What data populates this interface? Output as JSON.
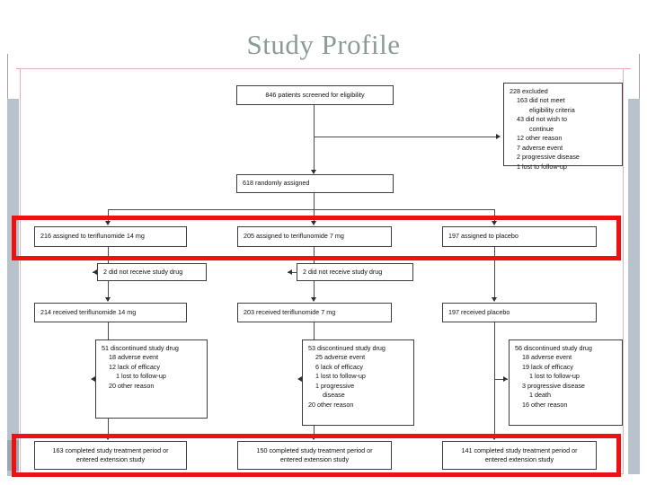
{
  "slide": {
    "title": "Study Profile"
  },
  "flow": {
    "screened": "846 patients screened for eligibility",
    "excluded": {
      "header": "228 excluded",
      "items": [
        "163 did not meet",
        "eligibility criteria",
        "43 did not wish to",
        "continue",
        "12 other reason",
        "7 adverse event",
        "2 progressive disease",
        "1 lost to follow-up"
      ]
    },
    "randomized": "618 randomly assigned",
    "assigned": [
      "216 assigned to teriflunomide 14 mg",
      "205 assigned to teriflunomide 7 mg",
      "197 assigned to placebo"
    ],
    "not_received": [
      "2 did not receive study drug",
      "2 did not receive study drug"
    ],
    "received": [
      "214 received teriflunomide 14 mg",
      "203 received teriflunomide 7 mg",
      "197 received placebo"
    ],
    "discontinued": [
      {
        "header": "51 discontinued study drug",
        "items": [
          "18 adverse event",
          "12 lack of efficacy",
          "1 lost to follow-up",
          "20 other reason"
        ]
      },
      {
        "header": "53 discontinued study drug",
        "items": [
          "25 adverse event",
          "6 lack of efficacy",
          "1 lost to follow-up",
          "1 progressive",
          "disease",
          "20 other reason"
        ]
      },
      {
        "header": "56 discontinued study drug",
        "items": [
          "18 adverse event",
          "19 lack of efficacy",
          "1 lost to follow-up",
          "3 progressive disease",
          "1 death",
          "16 other reason"
        ]
      }
    ],
    "completed": [
      {
        "line1": "163 completed study treatment period or",
        "line2": "entered extension study"
      },
      {
        "line1": "150 completed study treatment period or",
        "line2": "entered extension study"
      },
      {
        "line1": "141 completed study treatment period or",
        "line2": "entered extension study"
      }
    ]
  },
  "annotations": {
    "highlight_color": "#ee1111",
    "title_color": "#8c9b94",
    "rule_color": "#e8aab8"
  }
}
